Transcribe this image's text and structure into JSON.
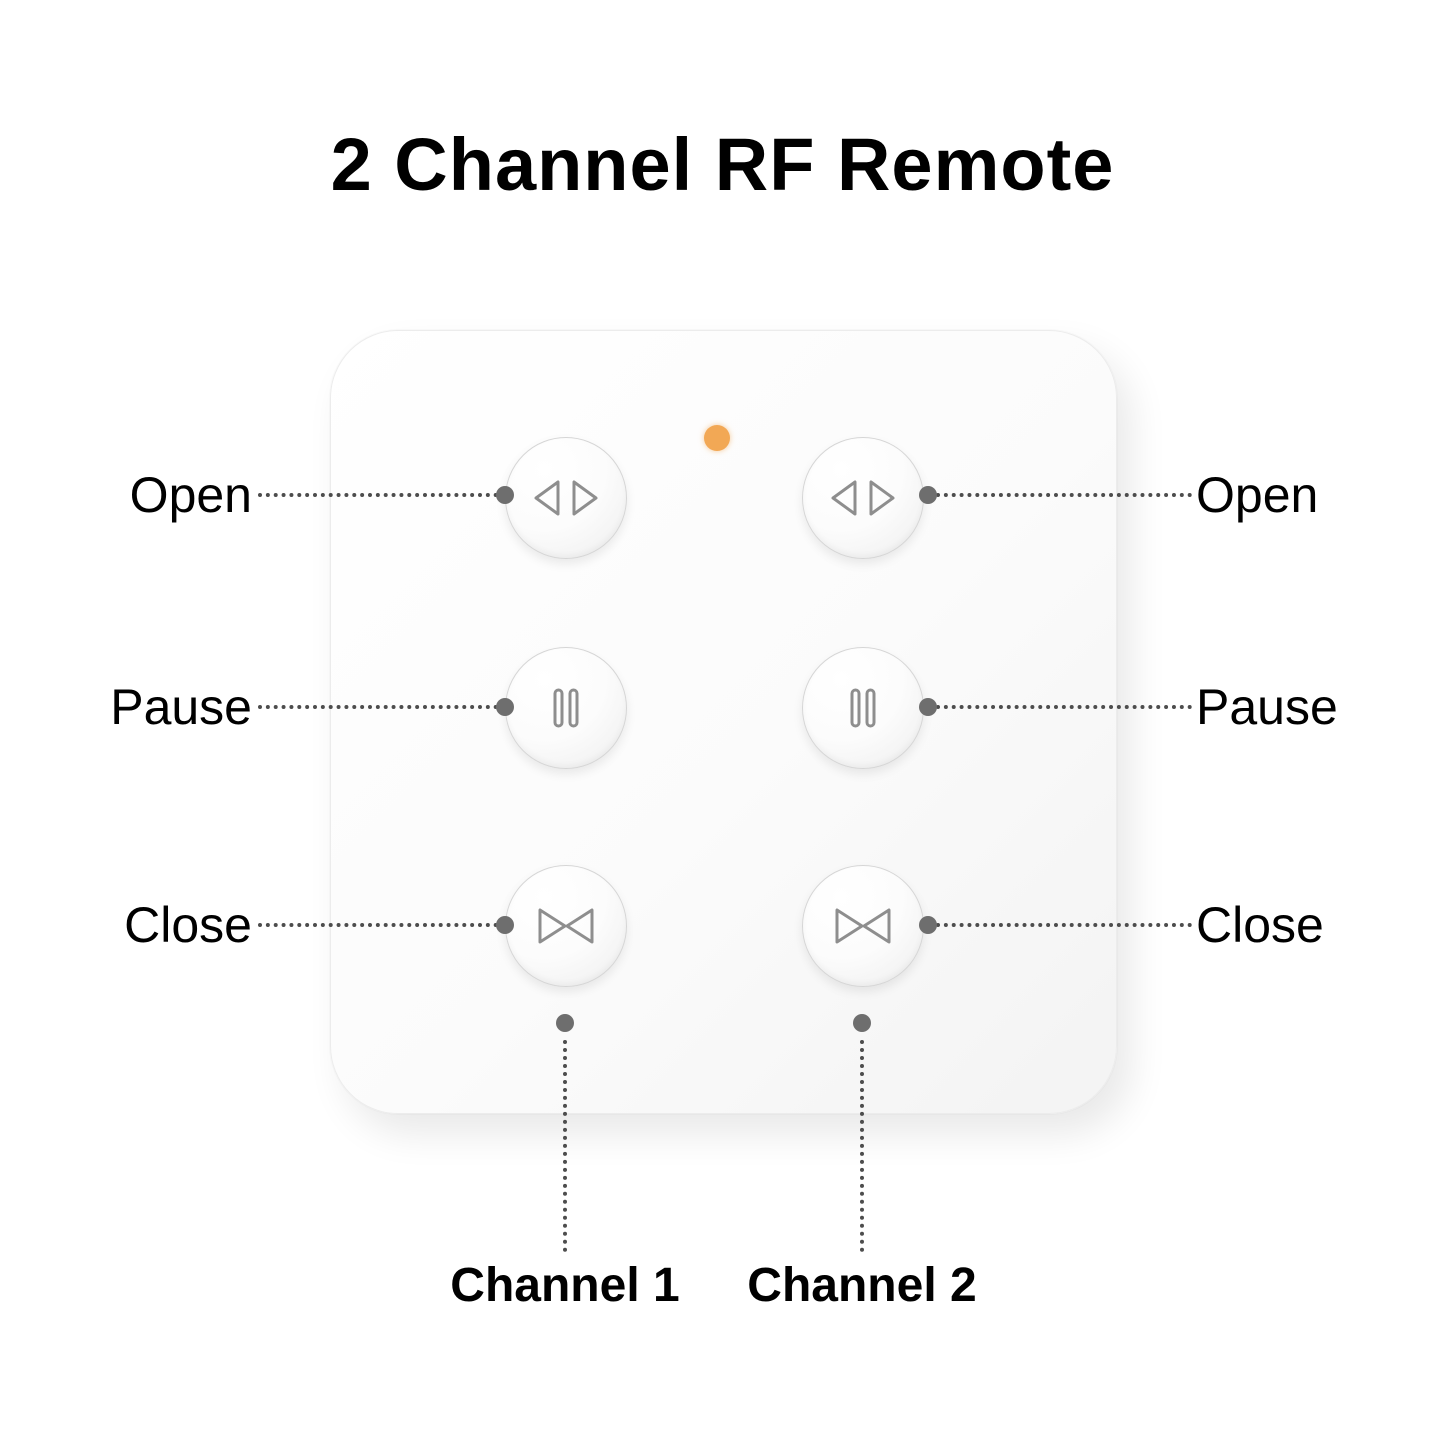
{
  "title": "2 Channel RF Remote",
  "row_labels": {
    "open": "Open",
    "pause": "Pause",
    "close": "Close"
  },
  "channels": {
    "ch1": "Channel 1",
    "ch2": "Channel 2"
  },
  "icons": {
    "led": "orange-led-dot",
    "open": "outward-triangles",
    "pause": "double-vertical-bars",
    "close": "inward-triangles"
  },
  "colors": {
    "background": "#FFFFFF",
    "panel": "#FBFBFB",
    "led": "#F2A855",
    "icon_stroke": "#8E8E8E",
    "connector": "#4D4D4D",
    "connector_dot": "#6E6E6E",
    "text": "#000000"
  }
}
